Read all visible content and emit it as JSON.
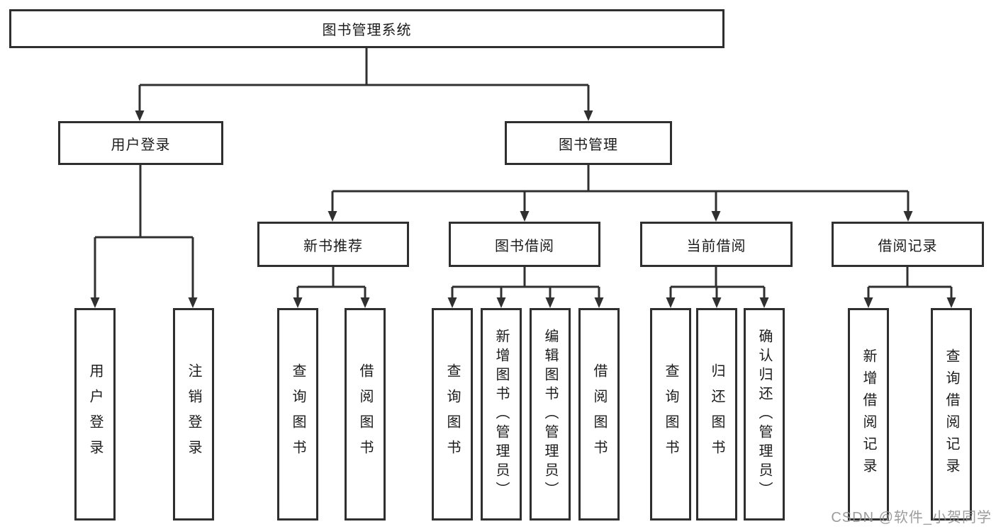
{
  "diagram": {
    "root": {
      "label": "图书管理系统"
    },
    "level2": [
      {
        "label": "用户登录"
      },
      {
        "label": "图书管理"
      }
    ],
    "level3": [
      {
        "label": "新书推荐"
      },
      {
        "label": "图书借阅"
      },
      {
        "label": "当前借阅"
      },
      {
        "label": "借阅记录"
      }
    ],
    "leaves": {
      "login_group": [
        "用户登录",
        "注销登录"
      ],
      "newrec_group": [
        "查询图书",
        "借阅图书"
      ],
      "borrow_group": [
        "查询图书",
        "新增图书（管理员）",
        "编辑图书（管理员）",
        "借阅图书"
      ],
      "current_group": [
        "查询图书",
        "归还图书",
        "确认归还（管理员）"
      ],
      "records_group": [
        "新增借阅记录",
        "查询借阅记录"
      ]
    },
    "watermark": "CSDN @软件_小贺同学",
    "colors": {
      "line": "#303030",
      "box_border": "#2f2f2f",
      "text": "#1c1c1c",
      "watermark": "#919191",
      "background": "#ffffff"
    }
  }
}
